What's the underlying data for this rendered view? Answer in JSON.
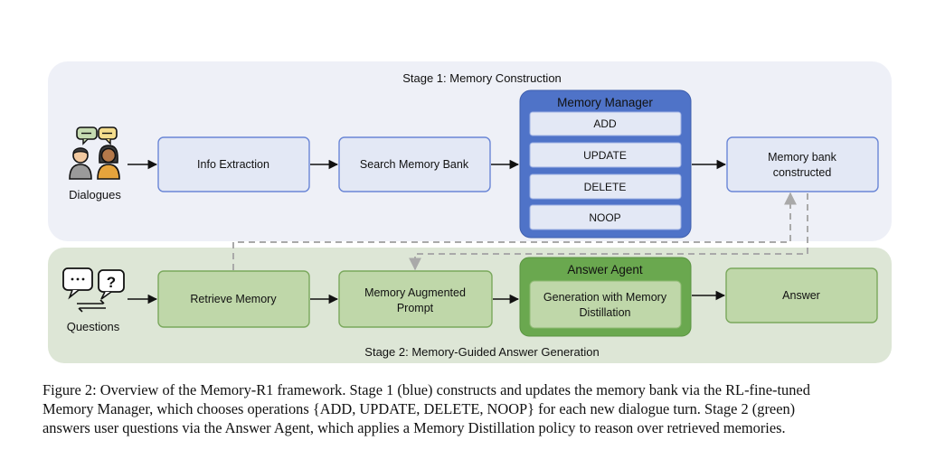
{
  "stage1": {
    "title": "Stage 1: Memory Construction",
    "input_label": "Dialogues",
    "info_extraction": "Info Extraction",
    "search_memory_bank": "Search Memory Bank",
    "memory_manager": {
      "title": "Memory Manager",
      "operations": [
        "ADD",
        "UPDATE",
        "DELETE",
        "NOOP"
      ]
    },
    "memory_bank_constructed": [
      "Memory bank",
      "constructed"
    ]
  },
  "stage2": {
    "title": "Stage 2: Memory-Guided Answer Generation",
    "input_label": "Questions",
    "retrieve_memory": "Retrieve Memory",
    "memory_augmented_prompt": [
      "Memory Augmented",
      "Prompt"
    ],
    "answer_agent": {
      "title": "Answer Agent",
      "generation": [
        "Generation with Memory",
        "Distillation"
      ]
    },
    "answer": "Answer"
  },
  "icons": {
    "dialogues": "two-people-chat-icon",
    "questions": "speech-bubbles-question-icon"
  },
  "colors": {
    "stage1_bg": "#eef0f7",
    "stage2_bg": "#dde6d6",
    "blue_box_fill": "#e3e8f5",
    "blue_box_stroke": "#6a86d6",
    "memory_manager_fill": "#4f73c8",
    "green_box_fill": "#bfd7a9",
    "green_box_stroke": "#7aa85c",
    "answer_agent_fill": "#6aa84f"
  },
  "caption": [
    "Figure 2: Overview of the Memory-R1 framework. Stage 1 (blue) constructs and updates the memory bank via the RL-fine-tuned",
    "Memory Manager, which chooses operations {ADD, UPDATE, DELETE, NOOP} for each new dialogue turn. Stage 2 (green)",
    "answers user questions via the Answer Agent, which applies a Memory Distillation policy to reason over retrieved memories."
  ]
}
